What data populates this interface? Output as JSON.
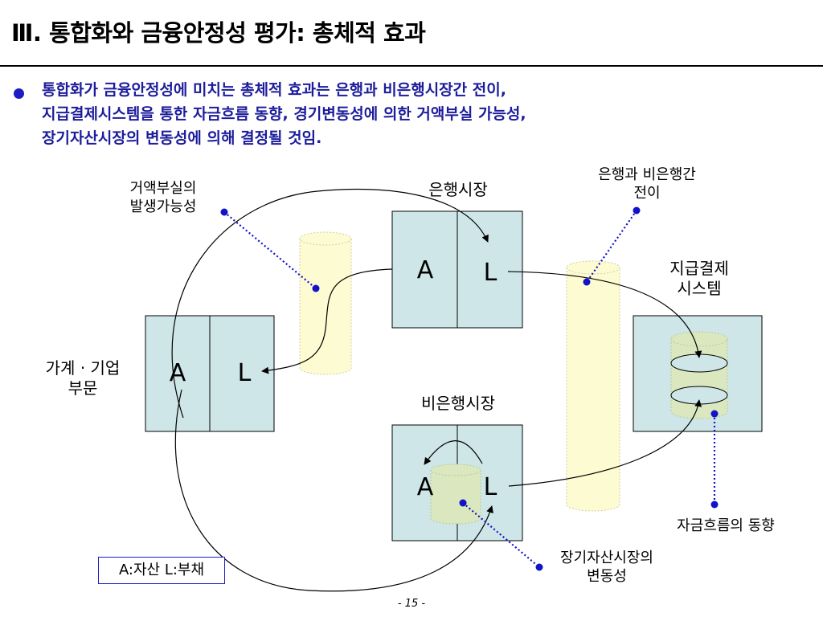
{
  "title": "Ⅲ. 통합화와 금융안정성 평가: 총체적 효과",
  "bullet": {
    "lines": [
      "통합화가 금융안정성에 미치는 총체적 효과는 은행과 비은행시장간 전이,",
      "지급결제시스템을 통한 자금흐름 동향, 경기변동성에 의한 거액부실 가능성,",
      "장기자산시장의 변동성에 의해 결정될 것임."
    ],
    "color": "#1c1c9c"
  },
  "diagram": {
    "box_fill": "#cfe6e8",
    "cylinder_fill": "#fdfbd2",
    "dot_color": "#1212c8",
    "labels": {
      "bank_market": "은행시장",
      "nonbank_market": "비은행시장",
      "household": [
        "가계 · 기업",
        "부문"
      ],
      "payment": [
        "지급결제",
        "시스템"
      ],
      "spillover": [
        "은행과 비은행간",
        "전이"
      ],
      "bad_loan": [
        "거액부실의",
        "발생가능성"
      ],
      "fund_flow": "자금흐름의 동향",
      "long_term": [
        "장기자산시장의",
        "변동성"
      ]
    },
    "box_letters": {
      "asset": "A",
      "liability": "L"
    },
    "legend": "A:자산 L:부채"
  },
  "page_number": "- 15 -"
}
